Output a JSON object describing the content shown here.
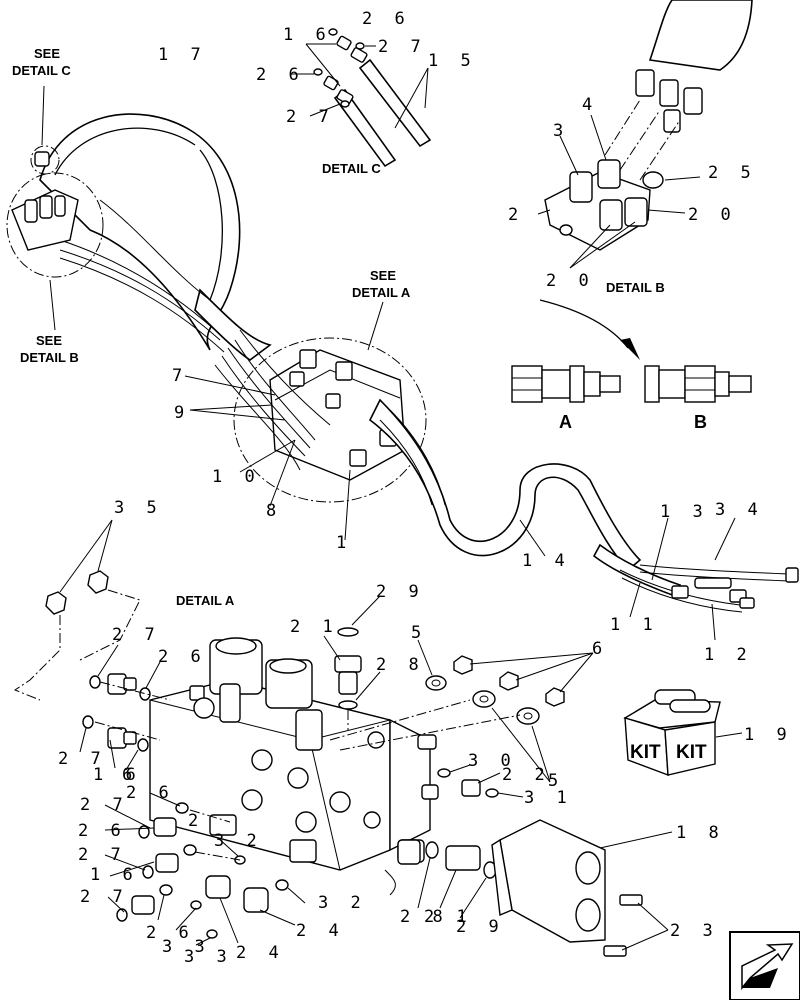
{
  "captions": {
    "see_detail_c": [
      "SEE",
      "DETAIL C"
    ],
    "see_detail_b": [
      "SEE",
      "DETAIL B"
    ],
    "see_detail_a": [
      "SEE",
      "DETAIL A"
    ],
    "detail_c": "DETAIL C",
    "detail_b": "DETAIL B",
    "detail_a": "DETAIL A",
    "coupler_a": "A",
    "coupler_b": "B",
    "kit_left": "KIT",
    "kit_right": "KIT"
  },
  "callouts": {
    "c17": "1 7",
    "c16_top": "1 6",
    "c26_top": "2 6",
    "c27_top": "2 7",
    "c26_mid": "2 6",
    "c15": "1 5",
    "c27_mid": "2 7",
    "c3_b": "3",
    "c4_b": "4",
    "c25": "2 5",
    "c2_b": "2",
    "c20_r": "2 0",
    "c20_b": "2 0",
    "c7": "7",
    "c9": "9",
    "c10": "1 0",
    "c8": "8",
    "c1": "1",
    "c13": "1 3",
    "c34": "3 4",
    "c14": "1 4",
    "c11": "1 1",
    "c12": "1 2",
    "c35": "3 5",
    "c29_top": "2 9",
    "c21_top": "2 1",
    "c28_top": "2 8",
    "c5_top": "5",
    "c6_r": "6",
    "c27_a": "2 7",
    "c26_a": "2 6",
    "c27_b": "2 7",
    "c16_a": "1 6",
    "c6_a": "6",
    "c30": "3 0",
    "c22": "2 2",
    "c31": "3 1",
    "c5_r": "5",
    "c19": "1 9",
    "c27_c": "2 7",
    "c26_c": "2 6",
    "c2_c": "2",
    "c26_d": "2 6",
    "c27_d": "2 7",
    "c32_a": "3 2",
    "c16_b": "1 6",
    "c27_e": "2 7",
    "c26_e": "2 6",
    "c33_a": "3 3",
    "c33_b": "3 3",
    "c24_a": "2 4",
    "c24_b": "2 4",
    "c32_b": "3 2",
    "c18": "1 8",
    "c28_b": "2 8",
    "c21_b": "2 1",
    "c29_b": "2 9",
    "c23": "2 3"
  }
}
